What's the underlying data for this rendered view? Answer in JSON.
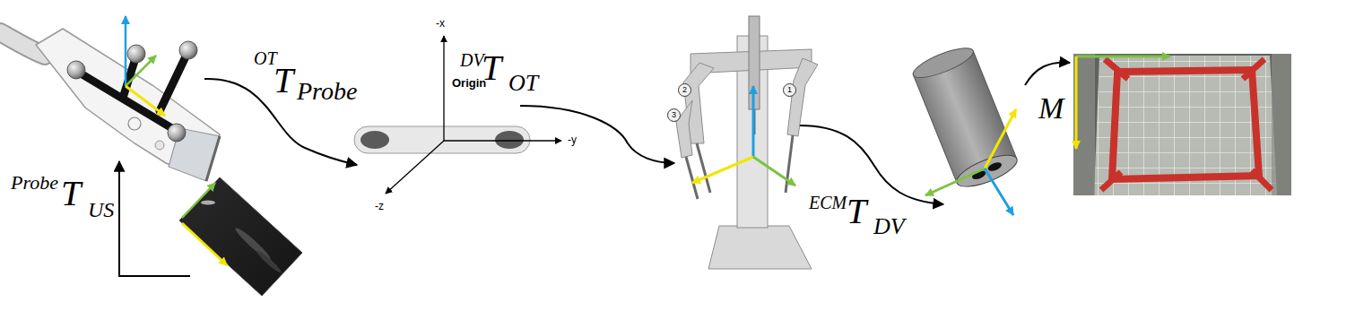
{
  "diagram": {
    "labels": [
      "OT",
      "T",
      "Probe",
      "Probe",
      "T",
      "US",
      "-x",
      "Origin",
      "-y",
      "-z",
      "DV",
      "T",
      "OT",
      "2",
      "3",
      "1",
      "ECM",
      "T",
      "DV",
      "M"
    ]
  }
}
